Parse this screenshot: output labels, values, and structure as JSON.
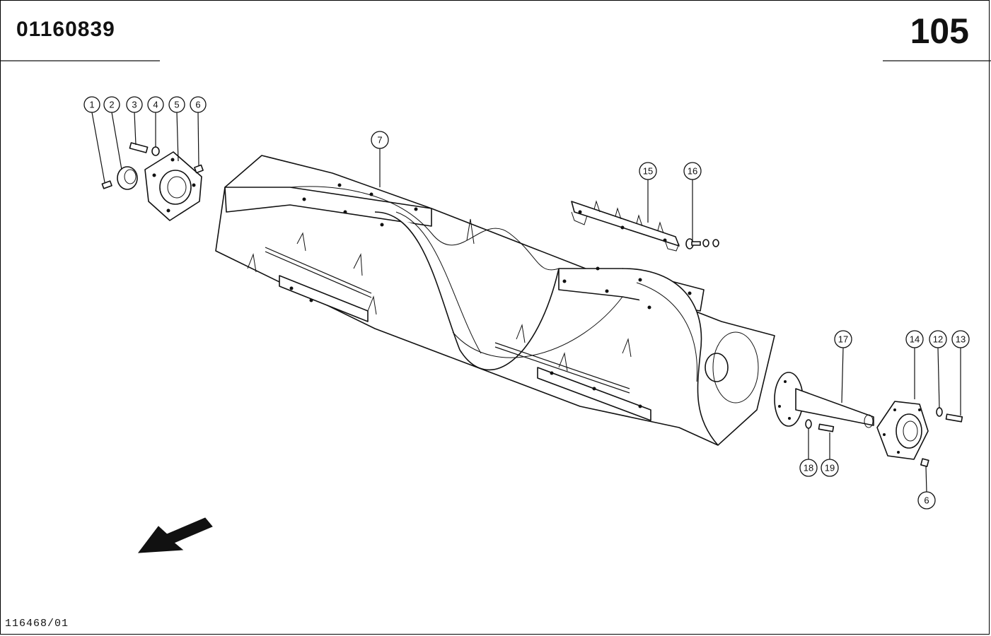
{
  "header": {
    "part_number": "01160839",
    "page_number": "105"
  },
  "footer": {
    "drawing_ref": "116468/01"
  },
  "callouts": [
    {
      "label": "1"
    },
    {
      "label": "2"
    },
    {
      "label": "3"
    },
    {
      "label": "4"
    },
    {
      "label": "5"
    },
    {
      "label": "6"
    },
    {
      "label": "7"
    },
    {
      "label": "15"
    },
    {
      "label": "16"
    },
    {
      "label": "17"
    },
    {
      "label": "14"
    },
    {
      "label": "12"
    },
    {
      "label": "13"
    },
    {
      "label": "18"
    },
    {
      "label": "19"
    },
    {
      "label": "6"
    }
  ],
  "colors": {
    "ink": "#111111",
    "paper": "#ffffff"
  }
}
